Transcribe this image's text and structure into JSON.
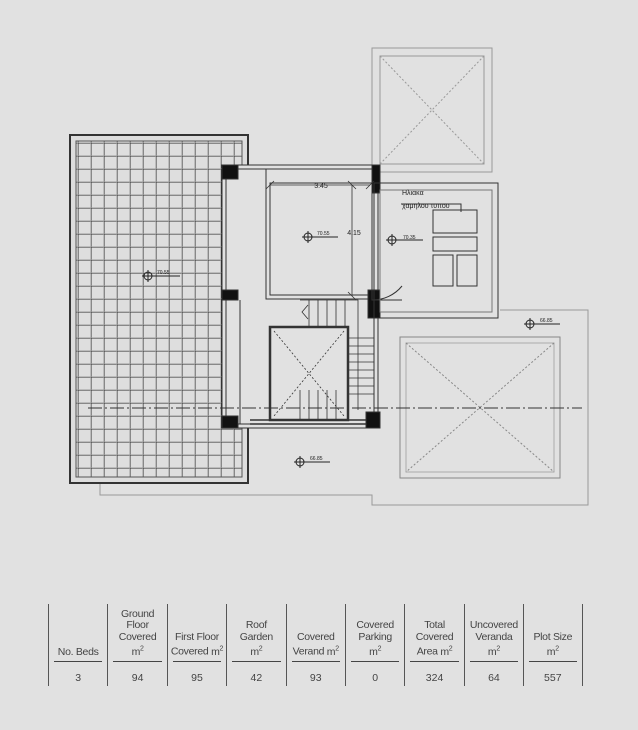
{
  "plan": {
    "dimensions": [
      "3.45",
      "4.15"
    ],
    "levels": [
      "70.55",
      "70.55",
      "70.35",
      "66.85",
      "66.85"
    ],
    "solar_label_line1": "Ηλιακα",
    "solar_label_line2": "χαμηλου τυπου"
  },
  "table": {
    "columns": [
      {
        "header": "No. Beds",
        "unit": "",
        "value": "3"
      },
      {
        "header": "Ground Floor Covered",
        "unit": "m2",
        "value": "94"
      },
      {
        "header": "First Floor Covered",
        "unit": "m2",
        "value": "95"
      },
      {
        "header": "Roof Garden",
        "unit": "m2",
        "value": "42"
      },
      {
        "header": "Covered Verand",
        "unit": "m2",
        "value": "93"
      },
      {
        "header": "Covered Parking",
        "unit": "m2",
        "value": "0"
      },
      {
        "header": "Total Covered Area",
        "unit": "m2",
        "value": "324"
      },
      {
        "header": "Uncovered Veranda",
        "unit": "m2",
        "value": "64"
      },
      {
        "header": "Plot Size",
        "unit": "m2",
        "value": "557"
      }
    ]
  }
}
